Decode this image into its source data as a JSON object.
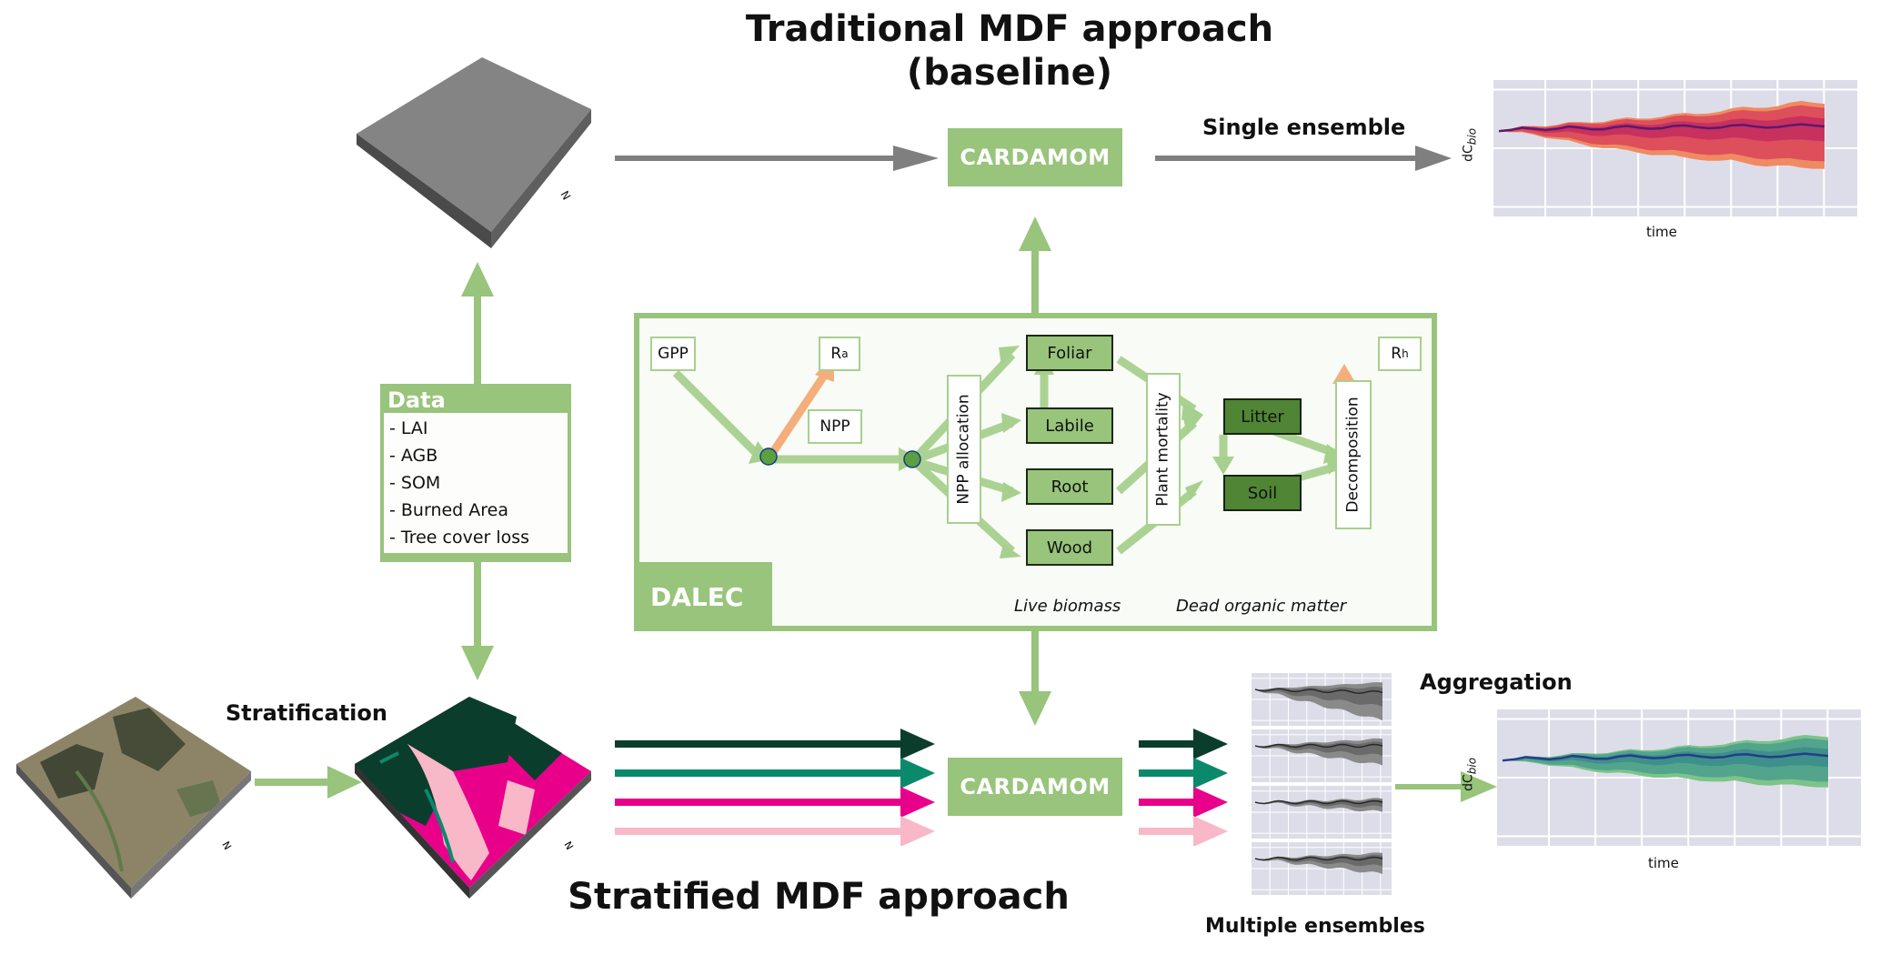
{
  "titles": {
    "traditional_line1": "Traditional MDF approach",
    "traditional_line2": "(baseline)",
    "stratified": "Stratified MDF approach"
  },
  "labels": {
    "single_ensemble": "Single ensemble",
    "aggregation": "Aggregation",
    "stratification": "Stratification",
    "multiple_ensembles": "Multiple ensembles"
  },
  "cardamom": {
    "top": "CARDAMOM",
    "bottom": "CARDAMOM"
  },
  "data_box": {
    "title": "Data",
    "items": [
      "- LAI",
      "- AGB",
      "- SOM",
      "- Burned Area",
      "- Tree cover loss"
    ]
  },
  "dalec": {
    "tag": "DALEC",
    "gpp": "GPP",
    "ra": "R",
    "ra_sub": "a",
    "rh": "R",
    "rh_sub": "h",
    "npp": "NPP",
    "npp_allocation": "NPP allocation",
    "plant_mortality": "Plant mortality",
    "decomposition": "Decomposition",
    "pools_live": [
      "Foliar",
      "Labile",
      "Root",
      "Wood"
    ],
    "pools_dead": [
      "Litter",
      "Soil"
    ],
    "caption_live": "Live biomass",
    "caption_dead": "Dead organic matter"
  },
  "strata_colors": [
    "#0b3d2c",
    "#0a8a6a",
    "#e8008a",
    "#f8b8c8"
  ],
  "colors": {
    "accent_green": "#98c47b",
    "arrow_grey": "#7f7f7f",
    "orange_flux": "#f4ae7c"
  },
  "chart_data": [
    {
      "type": "area",
      "title": "Single ensemble",
      "xlabel": "time",
      "ylabel": "dC",
      "ylabel_sub": "bio",
      "grid": true,
      "palette": [
        "#f08a62",
        "#dd4f5a",
        "#c8305e",
        "#5a1a6e"
      ],
      "x": [
        0,
        1,
        2,
        3,
        4,
        5,
        6,
        7,
        8,
        9,
        10,
        11,
        12,
        13,
        14,
        15,
        16,
        17,
        18,
        19,
        20,
        21,
        22,
        23,
        24,
        25,
        26,
        27,
        28
      ],
      "median": [
        0.0,
        0.02,
        0.06,
        0.04,
        0.02,
        0.04,
        0.08,
        0.06,
        0.03,
        0.03,
        0.07,
        0.09,
        0.06,
        0.04,
        0.05,
        0.09,
        0.1,
        0.07,
        0.05,
        0.06,
        0.1,
        0.11,
        0.08,
        0.06,
        0.07,
        0.1,
        0.12,
        0.1,
        0.08
      ],
      "outer_upper": [
        0.0,
        0.04,
        0.09,
        0.09,
        0.08,
        0.11,
        0.16,
        0.16,
        0.15,
        0.16,
        0.21,
        0.24,
        0.22,
        0.22,
        0.25,
        0.3,
        0.32,
        0.3,
        0.31,
        0.34,
        0.4,
        0.43,
        0.41,
        0.41,
        0.44,
        0.5,
        0.53,
        0.5,
        0.48
      ],
      "outer_lower": [
        0.0,
        -0.02,
        -0.02,
        -0.06,
        -0.12,
        -0.14,
        -0.16,
        -0.22,
        -0.28,
        -0.3,
        -0.3,
        -0.33,
        -0.38,
        -0.42,
        -0.42,
        -0.42,
        -0.46,
        -0.5,
        -0.52,
        -0.52,
        -0.5,
        -0.55,
        -0.6,
        -0.62,
        -0.6,
        -0.6,
        -0.64,
        -0.66,
        -0.66
      ],
      "ylim": [
        -1.4,
        0.8
      ]
    },
    {
      "type": "area",
      "title": "Aggregation",
      "xlabel": "time",
      "ylabel": "dC",
      "ylabel_sub": "bio",
      "grid": true,
      "palette": [
        "#7cc48a",
        "#52a48c",
        "#3f8f8a",
        "#253d8a"
      ],
      "x": [
        0,
        1,
        2,
        3,
        4,
        5,
        6,
        7,
        8,
        9,
        10,
        11,
        12,
        13,
        14,
        15,
        16,
        17,
        18,
        19,
        20,
        21,
        22,
        23,
        24,
        25,
        26,
        27,
        28
      ],
      "median": [
        0.0,
        0.02,
        0.06,
        0.04,
        0.02,
        0.04,
        0.08,
        0.06,
        0.03,
        0.03,
        0.07,
        0.09,
        0.06,
        0.04,
        0.05,
        0.09,
        0.1,
        0.07,
        0.05,
        0.06,
        0.1,
        0.11,
        0.08,
        0.06,
        0.07,
        0.1,
        0.12,
        0.1,
        0.08
      ],
      "outer_upper": [
        0.0,
        0.03,
        0.08,
        0.07,
        0.06,
        0.09,
        0.13,
        0.13,
        0.12,
        0.13,
        0.17,
        0.2,
        0.18,
        0.18,
        0.2,
        0.25,
        0.27,
        0.25,
        0.26,
        0.28,
        0.33,
        0.36,
        0.34,
        0.34,
        0.37,
        0.42,
        0.45,
        0.43,
        0.41
      ],
      "outer_lower": [
        0.0,
        -0.01,
        -0.02,
        -0.05,
        -0.09,
        -0.1,
        -0.11,
        -0.16,
        -0.2,
        -0.22,
        -0.21,
        -0.23,
        -0.27,
        -0.3,
        -0.3,
        -0.29,
        -0.32,
        -0.36,
        -0.37,
        -0.37,
        -0.35,
        -0.39,
        -0.43,
        -0.44,
        -0.42,
        -0.42,
        -0.45,
        -0.47,
        -0.47
      ],
      "ylim": [
        -1.4,
        0.8
      ]
    }
  ],
  "mini_charts": {
    "count": 4,
    "palette": [
      "#8a8a8a",
      "#6a6a6a",
      "#2a2a2a"
    ],
    "spread": [
      1.0,
      0.7,
      0.35,
      0.55
    ]
  }
}
